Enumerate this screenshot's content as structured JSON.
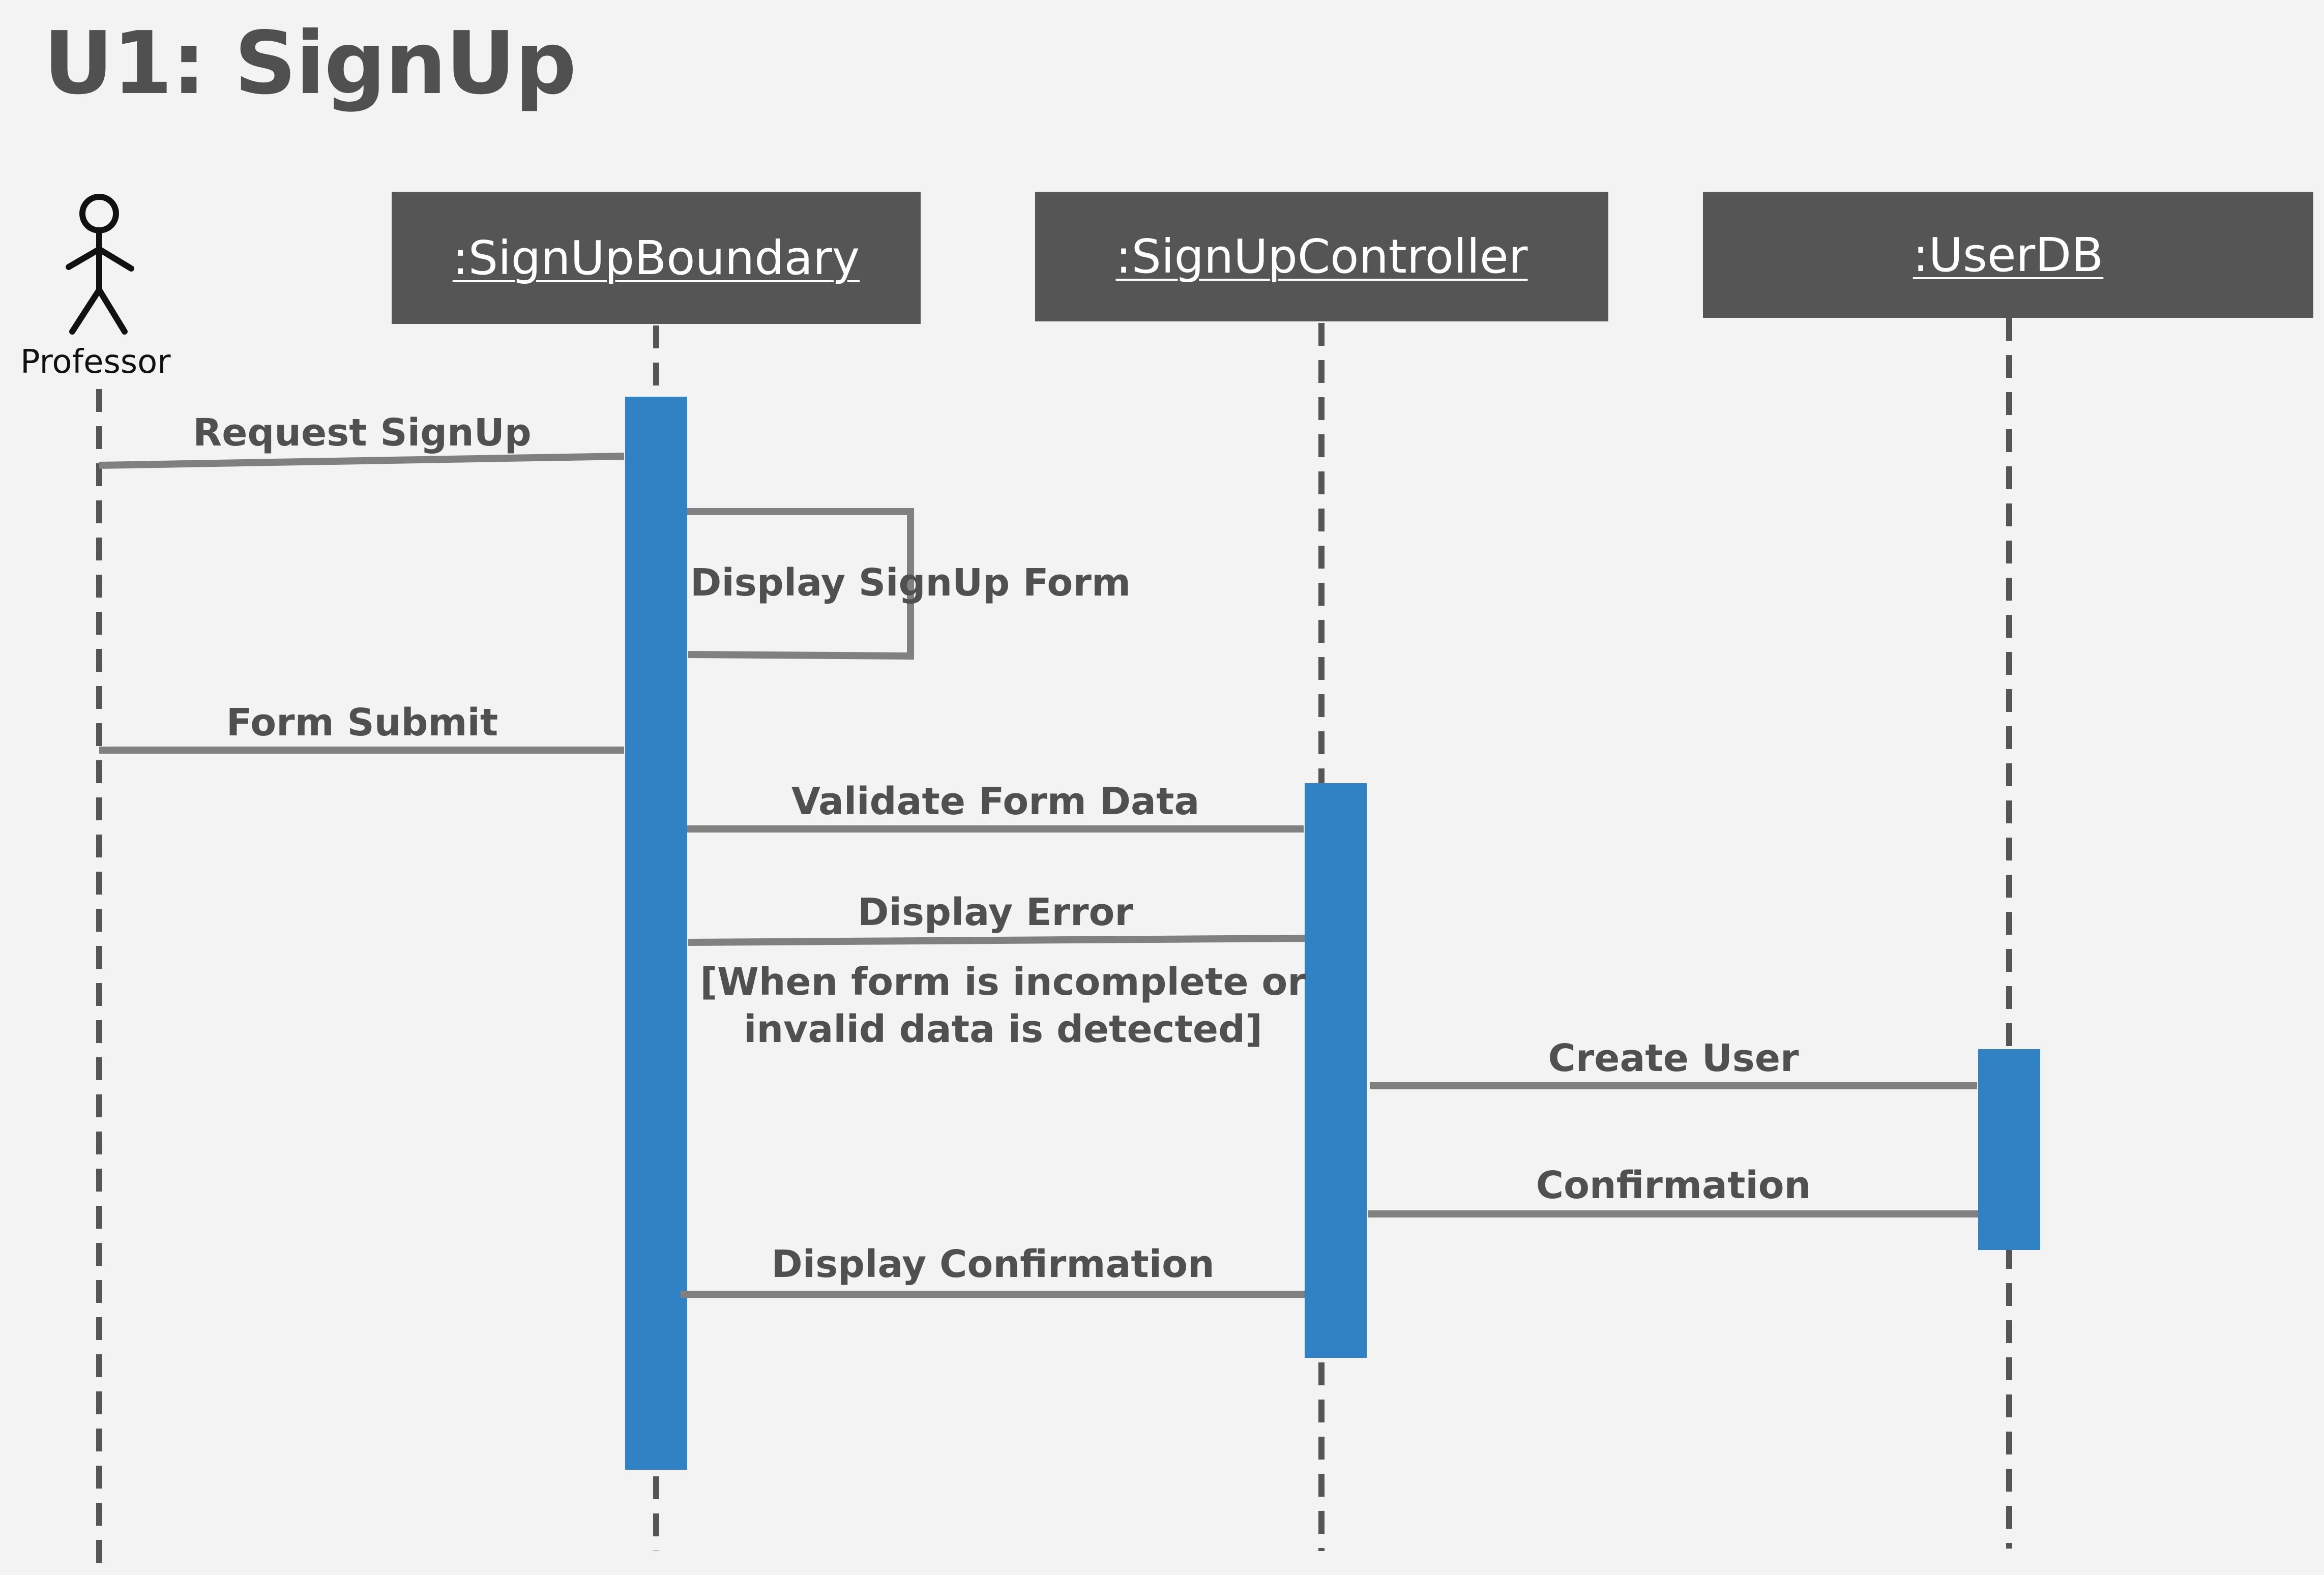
{
  "title": "U1: SignUp",
  "actor": {
    "label": "Professor"
  },
  "lifelines": [
    {
      "id": "boundary",
      "label": ":SignUpBoundary"
    },
    {
      "id": "controller",
      "label": ":SignUpController"
    },
    {
      "id": "userdb",
      "label": ":UserDB"
    }
  ],
  "messages": [
    {
      "id": "request-signup",
      "label": "Request SignUp"
    },
    {
      "id": "display-signup-form",
      "label": "Display SignUp Form"
    },
    {
      "id": "form-submit",
      "label": "Form Submit"
    },
    {
      "id": "validate-form-data",
      "label": "Validate Form Data"
    },
    {
      "id": "display-error",
      "label": "Display Error"
    },
    {
      "id": "create-user",
      "label": "Create User"
    },
    {
      "id": "confirmation",
      "label": "Confirmation"
    },
    {
      "id": "display-confirmation",
      "label": "Display Confirmation"
    }
  ],
  "guard": "[When form is incomplete or\ninvalid data is detected]",
  "colors": {
    "header_fill": "#555555",
    "activation": "#3182c4",
    "arrow": "#808080",
    "lifeline": "#555555",
    "text": "#505050",
    "background": "#f3f3f3"
  }
}
